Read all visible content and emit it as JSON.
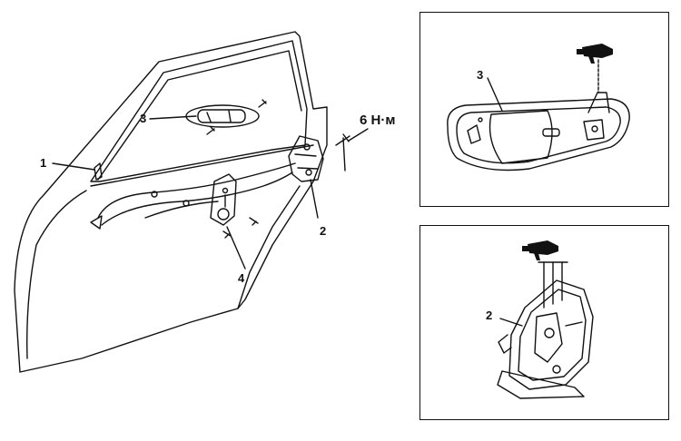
{
  "main_view": {
    "labels": {
      "part_1": "1",
      "part_2": "2",
      "part_3": "3",
      "part_4": "4",
      "torque": "6 Н·м"
    }
  },
  "inset_handle": {
    "label": "3",
    "grease_icon": "grease-gun-icon"
  },
  "inset_latch": {
    "label": "2",
    "grease_icon": "grease-gun-icon"
  },
  "colors": {
    "line": "#111111",
    "background": "#ffffff"
  }
}
